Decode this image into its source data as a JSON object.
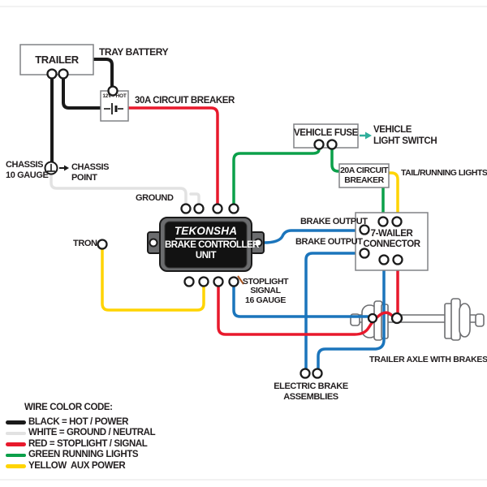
{
  "colors": {
    "black": "#1a1a1a",
    "white_wire": "#e2e2e2",
    "red": "#e8192c",
    "green": "#0ba04a",
    "yellow": "#ffd401",
    "blue": "#1b75bc",
    "teal": "#2fae9b",
    "leader_orange": "#a8531f",
    "box_stroke": "#808285",
    "axle_stroke": "#6d6e71",
    "text": "#231f20"
  },
  "labels": {
    "trailer": "TRAILER",
    "tray_battery": "TRAY BATTERY",
    "breaker_12v": "12V+ HOT",
    "breaker_30a": "30A CIRCUIT BREAKER",
    "chassis_gauge_line1": "CHASSIS",
    "chassis_gauge_line2": "10 GAUGE",
    "chassis_point_line1": "CHASSIS",
    "chassis_point_line2": "POINT",
    "ground": "GROUND",
    "tron": "TRON",
    "vehicle_fuse": "VEHICLE FUSE",
    "vehicle_light_switch_line1": "VEHICLE",
    "vehicle_light_switch_line2": "LIGHT SWITCH",
    "breaker_20a_line1": "20A CIRCUIT",
    "breaker_20a_line2": "BREAKER",
    "tail_running_lights": "TAIL/RUNNING LIGHTS",
    "brake_output_1": "BRAKE OUTPUT",
    "brake_output_2": "BRAKE OUTPUT",
    "connector_line1": "7-WAILER",
    "connector_line2": "CONNECTOR",
    "brand": "TEKONSHA",
    "unit_line1": "BRAKE CONTROLLER",
    "unit_line2": "UNIT",
    "stoplight_line1": "STOPLIGHT",
    "stoplight_line2": "SIGNAL",
    "stoplight_line3": "16 GAUGE",
    "axle": "TRAILER AXLE WITH BRAKES",
    "electric_brake_line1": "ELECTRIC BRAKE",
    "electric_brake_line2": "ASSEMBLIES"
  },
  "legend": {
    "title": "WIRE COLOR CODE:",
    "items": [
      {
        "color_name": "black",
        "swatch": "#1a1a1a",
        "label": "BLACK = HOT / POWER"
      },
      {
        "color_name": "white",
        "swatch": "#e2e2e2",
        "label": "WHITE = GROUND / NEUTRAL"
      },
      {
        "color_name": "red",
        "swatch": "#e8192c",
        "label": "RED = STOPLIGHT / SIGNAL"
      },
      {
        "color_name": "green",
        "swatch": "#0ba04a",
        "label": "GREEN RUNNING LIGHTS"
      },
      {
        "color_name": "yellow",
        "swatch": "#ffd401",
        "label": "YELLOW  AUX POWER"
      }
    ]
  }
}
